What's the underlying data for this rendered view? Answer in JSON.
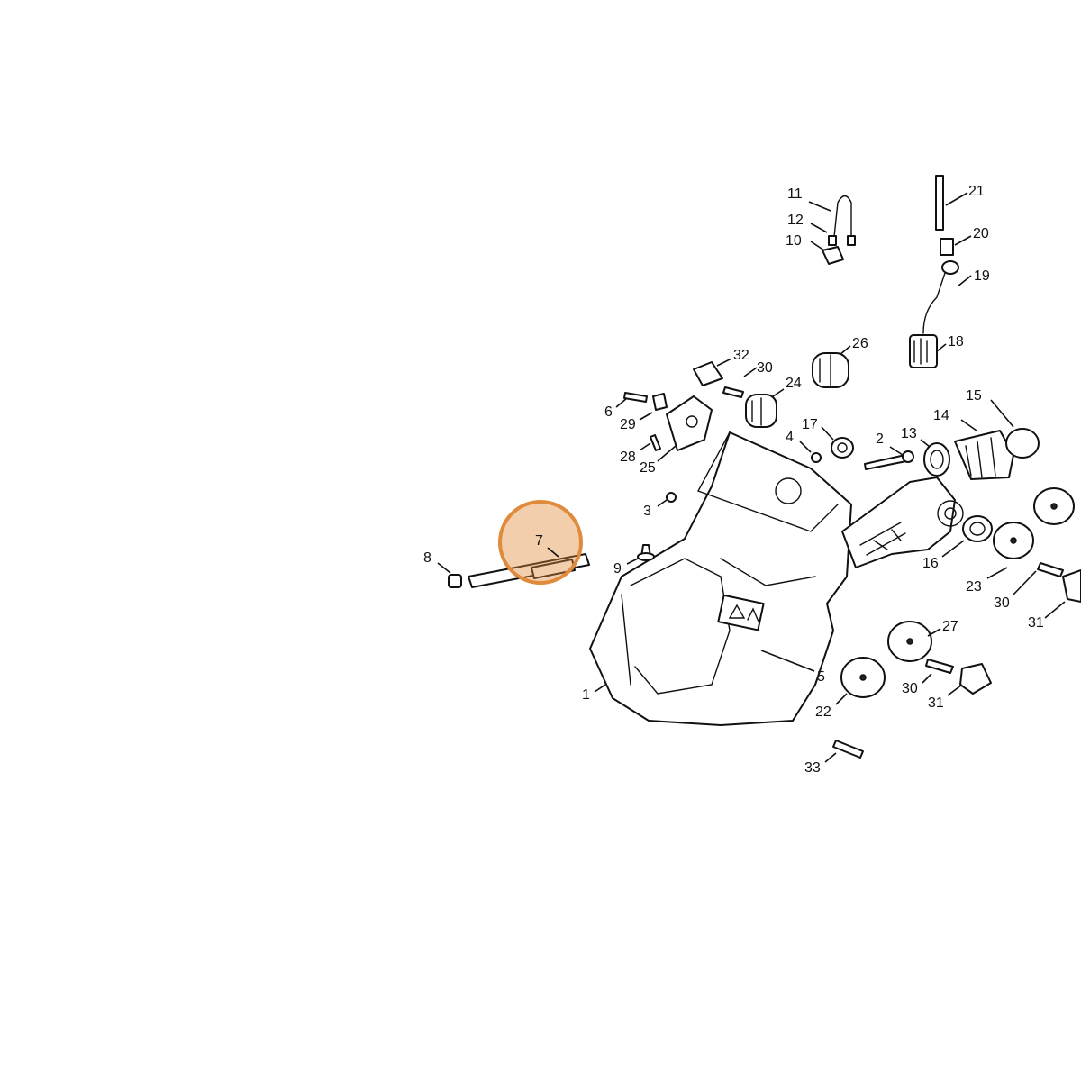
{
  "highlight": {
    "part": "7",
    "color": "#e08a3c"
  },
  "callouts": [
    {
      "label": "1"
    },
    {
      "label": "2"
    },
    {
      "label": "3"
    },
    {
      "label": "4"
    },
    {
      "label": "5"
    },
    {
      "label": "6"
    },
    {
      "label": "7"
    },
    {
      "label": "8"
    },
    {
      "label": "9"
    },
    {
      "label": "10"
    },
    {
      "label": "11"
    },
    {
      "label": "12"
    },
    {
      "label": "13"
    },
    {
      "label": "14"
    },
    {
      "label": "15"
    },
    {
      "label": "16"
    },
    {
      "label": "17"
    },
    {
      "label": "18"
    },
    {
      "label": "19"
    },
    {
      "label": "20"
    },
    {
      "label": "21"
    },
    {
      "label": "22"
    },
    {
      "label": "23"
    },
    {
      "label": "24"
    },
    {
      "label": "25"
    },
    {
      "label": "26"
    },
    {
      "label": "27"
    },
    {
      "label": "28"
    },
    {
      "label": "29"
    },
    {
      "label": "30"
    },
    {
      "label": "30"
    },
    {
      "label": "30"
    },
    {
      "label": "31"
    },
    {
      "label": "31"
    },
    {
      "label": "32"
    },
    {
      "label": "33"
    }
  ]
}
